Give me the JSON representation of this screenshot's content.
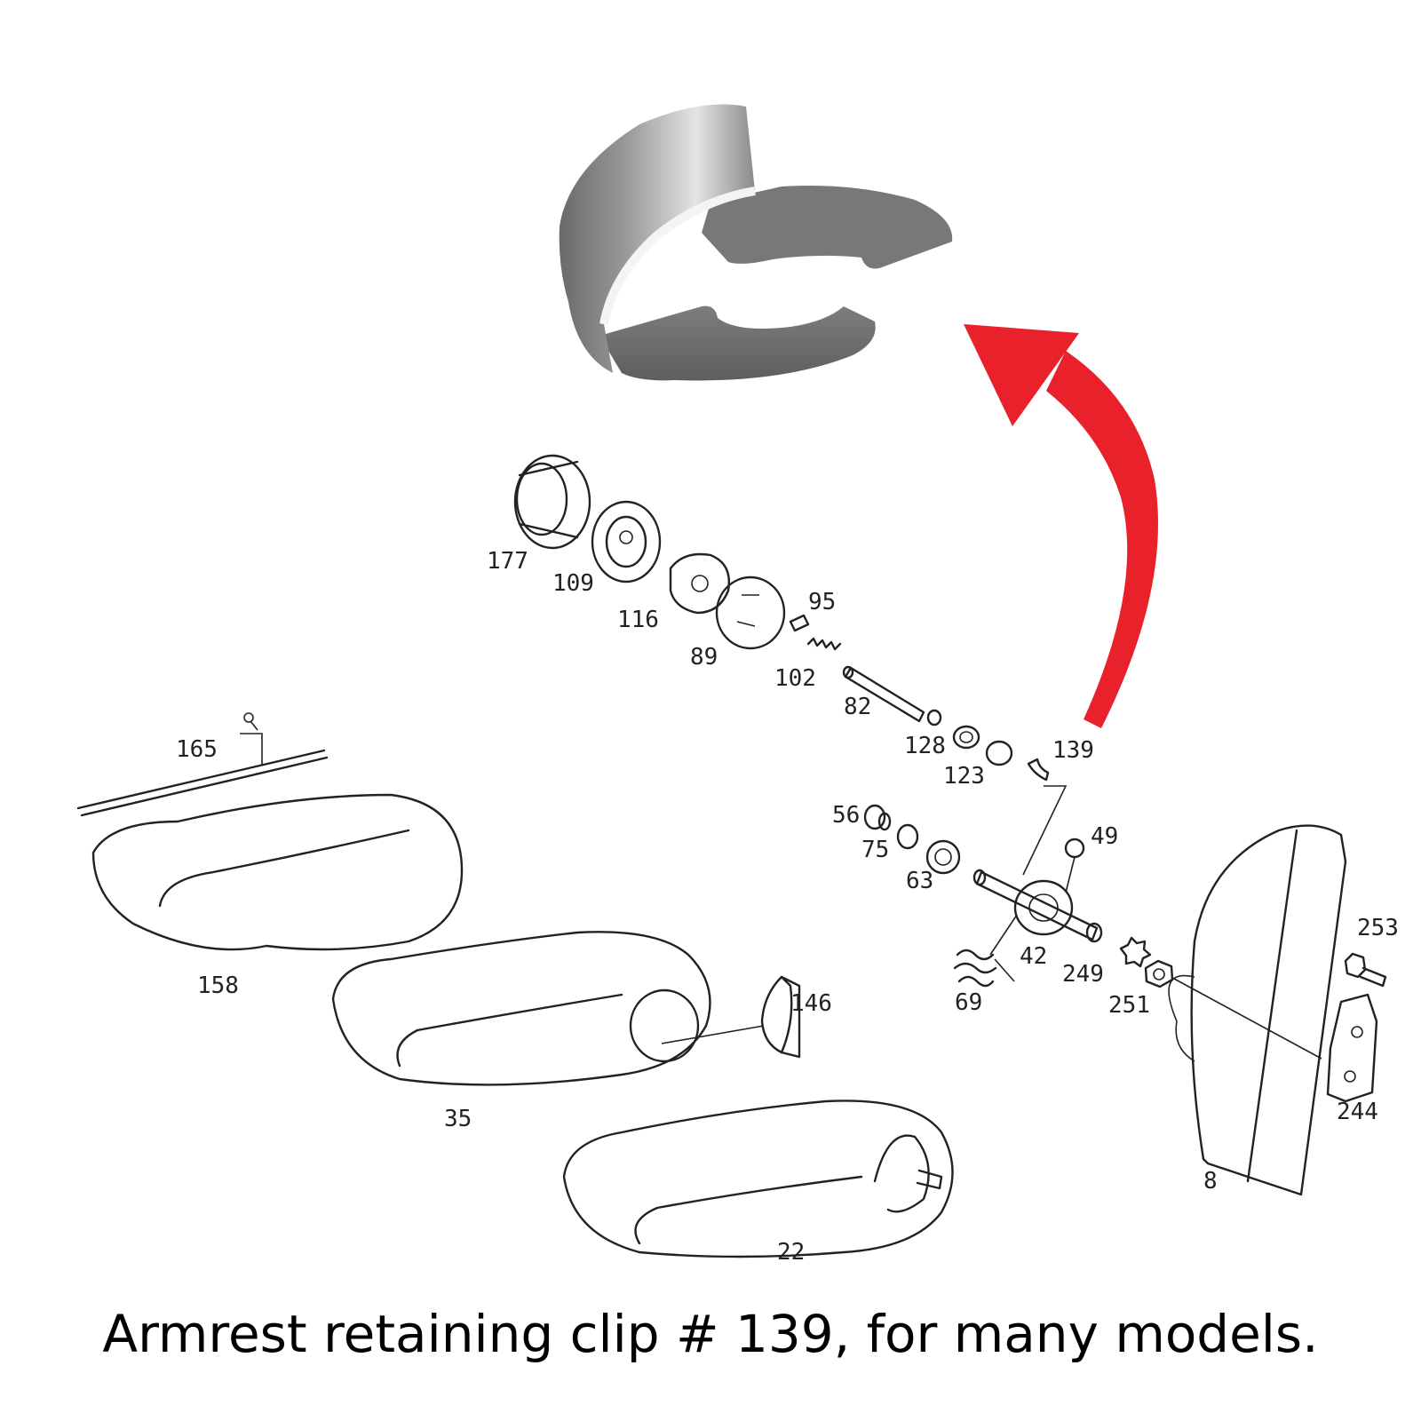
{
  "caption": "Armrest retaining clip # 139, for many models.",
  "colors": {
    "arrow": "#E8212B",
    "clip_shade_dark": "#5a5a5a",
    "clip_shade_light": "#d8d8d8",
    "linework": "#222222"
  },
  "part_labels": {
    "p177": "177",
    "p109": "109",
    "p116": "116",
    "p89": "89",
    "p95": "95",
    "p102": "102",
    "p82": "82",
    "p128": "128",
    "p123": "123",
    "p139": "139",
    "p56": "56",
    "p75": "75",
    "p63": "63",
    "p49": "49",
    "p42": "42",
    "p249": "249",
    "p251": "251",
    "p253": "253",
    "p69": "69",
    "p244": "244",
    "p8": "8",
    "p165": "165",
    "p158": "158",
    "p146": "146",
    "p35": "35",
    "p22": "22"
  }
}
